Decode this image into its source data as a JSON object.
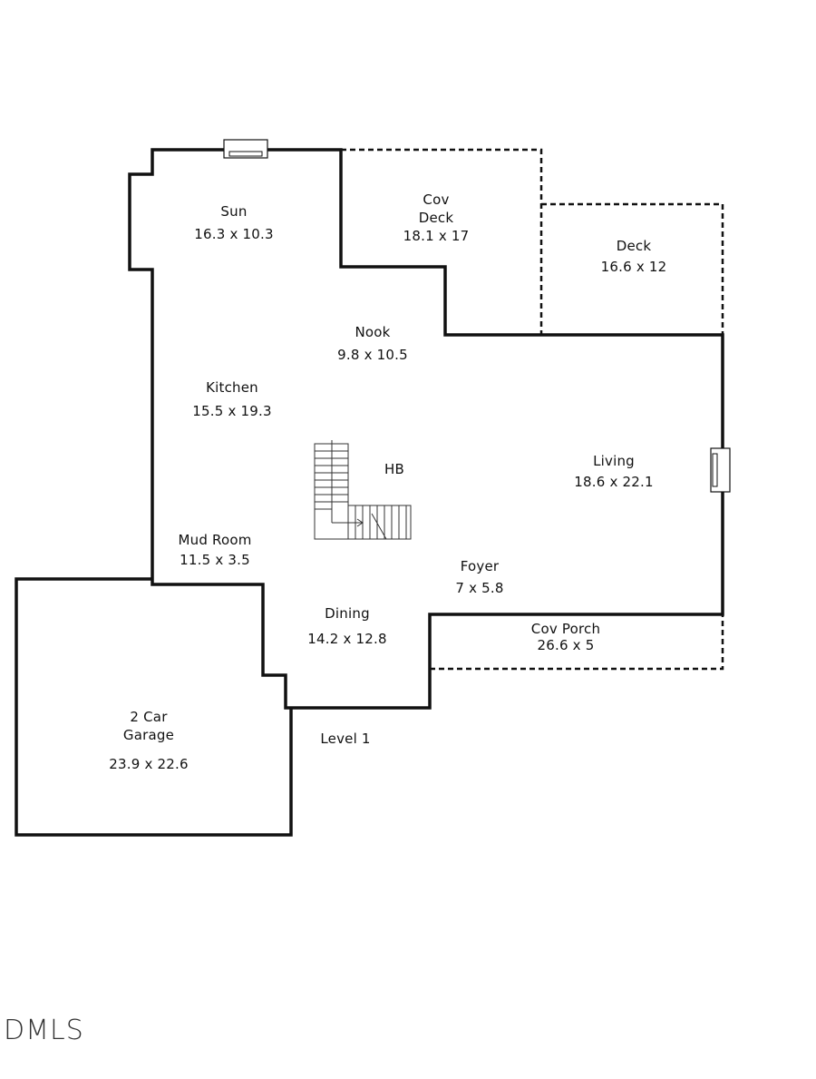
{
  "level_label": "Level 1",
  "rooms": [
    {
      "id": "sun",
      "name": "Sun",
      "dims": "16.3 x 10.3"
    },
    {
      "id": "cov-deck",
      "name": "Cov\nDeck",
      "dims": "18.1 x 17"
    },
    {
      "id": "deck",
      "name": "Deck",
      "dims": "16.6 x 12"
    },
    {
      "id": "nook",
      "name": "Nook",
      "dims": "9.8 x 10.5"
    },
    {
      "id": "kitchen",
      "name": "Kitchen",
      "dims": "15.5 x 19.3"
    },
    {
      "id": "hb",
      "name": "HB",
      "dims": ""
    },
    {
      "id": "living",
      "name": "Living",
      "dims": "18.6 x 22.1"
    },
    {
      "id": "mud-room",
      "name": "Mud Room",
      "dims": "11.5 x 3.5"
    },
    {
      "id": "foyer",
      "name": "Foyer",
      "dims": "7 x 5.8"
    },
    {
      "id": "dining",
      "name": "Dining",
      "dims": "14.2 x 12.8"
    },
    {
      "id": "cov-porch",
      "name": "Cov Porch",
      "dims": "26.6 x 5"
    },
    {
      "id": "garage",
      "name": "2 Car\nGarage",
      "dims": "23.9 x 22.6"
    }
  ],
  "watermark": "DMLS",
  "colors": {
    "wall": "#111111",
    "background": "#ffffff"
  }
}
